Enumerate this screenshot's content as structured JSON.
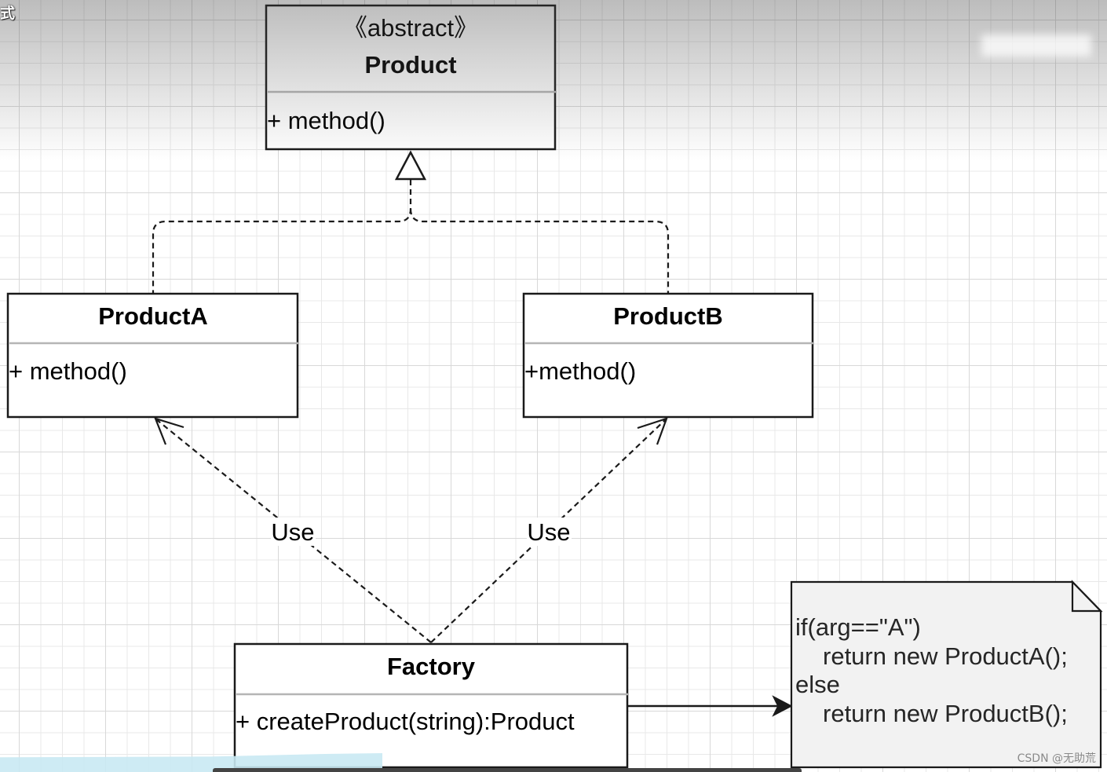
{
  "window": {
    "corner_caption": "式",
    "watermark": "CSDN @无助荒"
  },
  "diagram": {
    "product": {
      "stereotype": "《abstract》",
      "name": "Product",
      "methods": [
        "+ method()"
      ]
    },
    "product_a": {
      "name": "ProductA",
      "methods": [
        "+ method()"
      ]
    },
    "product_b": {
      "name": "ProductB",
      "methods": [
        "+method()"
      ]
    },
    "factory": {
      "name": "Factory",
      "methods": [
        "+ createProduct(string):Product"
      ]
    },
    "edges": {
      "factory_to_product_a_label": "Use",
      "factory_to_product_b_label": "Use"
    },
    "note": {
      "lines": [
        "if(arg==\"A\")",
        "return new ProductA();",
        "else",
        "return new ProductB();"
      ]
    }
  },
  "colors": {
    "border": "#1a1a1a",
    "divider": "#b5b5b5",
    "box_fill": "#ffffff",
    "note_fill": "#f2f2f2",
    "text": "#000000",
    "note_text": "#262626",
    "grid_minor": "#e8e8e8",
    "grid_major": "#d8d8d8",
    "overlay_strip": "#c9e9f3"
  }
}
